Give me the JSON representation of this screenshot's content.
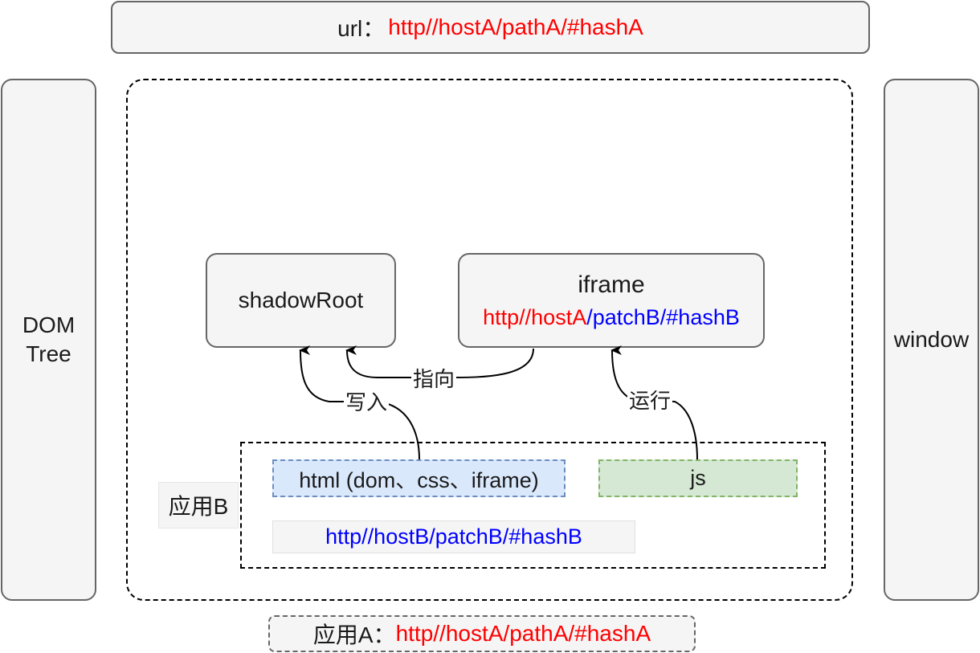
{
  "url_bar": {
    "label": "url：",
    "value": "http//hostA/pathA/#hashA"
  },
  "dom_tree": {
    "line1": "DOM",
    "line2": "Tree"
  },
  "window_box": {
    "label": "window"
  },
  "shadow_root": {
    "label": "shadowRoot"
  },
  "iframe": {
    "title": "iframe",
    "url_host": "http//hostA",
    "url_path": "/patchB/#hashB"
  },
  "edges": {
    "point_to": "指向",
    "write_in": "写入",
    "run": "运行"
  },
  "app_b": {
    "label": "应用B",
    "html_block": "html (dom、css、iframe)",
    "js_block": "js",
    "url": "http//hostB/patchB/#hashB"
  },
  "app_a": {
    "label": "应用A：",
    "url": "http//hostA/pathA/#hashA"
  },
  "colors": {
    "host_a": "#ff0000",
    "path_b": "#0000ff",
    "html_fill": "#dae8fc",
    "js_fill": "#d5e8d4"
  }
}
